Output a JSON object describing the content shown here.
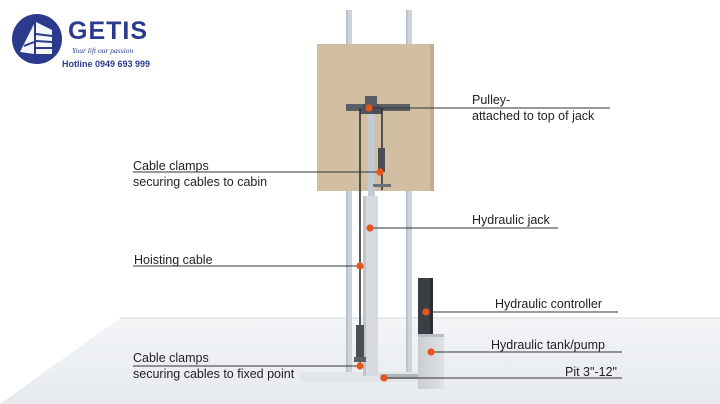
{
  "brand": {
    "name": "GETIS",
    "slogan": "Your lift our passion",
    "hotline": "Hotline 0949 693 999"
  },
  "colors": {
    "cabin": "#d2bea1",
    "rail": "#cdd3d9",
    "marker": "#e8551b",
    "brand": "#2b3a8c",
    "controller": "#3a3f46"
  },
  "labels": {
    "pulley": [
      "Pulley-",
      "attached to top of jack"
    ],
    "cable_clamps_cabin": [
      "Cable clamps",
      "securing cables to cabin"
    ],
    "hydraulic_jack": "Hydraulic jack",
    "hoisting_cable": "Hoisting cable",
    "hydraulic_controller": "Hydraulic controller",
    "hydraulic_tank_pump": "Hydraulic tank/pump",
    "cable_clamps_fixed": [
      "Cable clamps",
      "securing cables to fixed point"
    ],
    "pit": "Pit 3\"-12\""
  }
}
